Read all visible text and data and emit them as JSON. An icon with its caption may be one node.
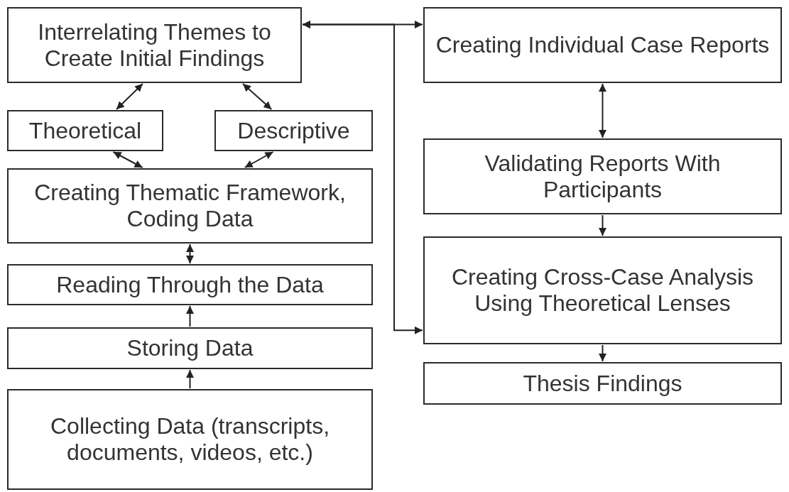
{
  "diagram": {
    "nodes": [
      {
        "text": [
          "Interrelating Themes to Create Initial Findings"
        ]
      },
      {
        "text": [
          "Theoretical"
        ]
      },
      {
        "text": [
          "Descriptive"
        ]
      },
      {
        "text": [
          "Creating Thematic Framework, Coding Data"
        ]
      },
      {
        "text": [
          "Reading Through the Data"
        ]
      },
      {
        "text": [
          "Storing Data"
        ]
      },
      {
        "text": [
          "Collecting Data (transcripts, documents, videos, etc.)"
        ]
      },
      {
        "text": [
          "Creating Individual Case Reports"
        ]
      },
      {
        "text": [
          "Validating Reports With Participants"
        ]
      },
      {
        "text": [
          "Creating Cross-Case Analysis Using Theoretical Lenses"
        ]
      },
      {
        "text": [
          "Thesis Findings"
        ]
      }
    ],
    "edges": [
      {
        "from": 0,
        "to": 1,
        "arrow": "both"
      },
      {
        "from": 0,
        "to": 2,
        "arrow": "both"
      },
      {
        "from": 1,
        "to": 3,
        "arrow": "both"
      },
      {
        "from": 2,
        "to": 3,
        "arrow": "both"
      },
      {
        "from": 3,
        "to": 4,
        "arrow": "both"
      },
      {
        "from": 5,
        "to": 4,
        "arrow": "to"
      },
      {
        "from": 6,
        "to": 5,
        "arrow": "to"
      },
      {
        "from": 0,
        "to": 7,
        "arrow": "both"
      },
      {
        "from": 0,
        "to": 9,
        "arrow": "both"
      },
      {
        "from": 7,
        "to": 8,
        "arrow": "both"
      },
      {
        "from": 8,
        "to": 9,
        "arrow": "to"
      },
      {
        "from": 9,
        "to": 10,
        "arrow": "to"
      }
    ]
  }
}
